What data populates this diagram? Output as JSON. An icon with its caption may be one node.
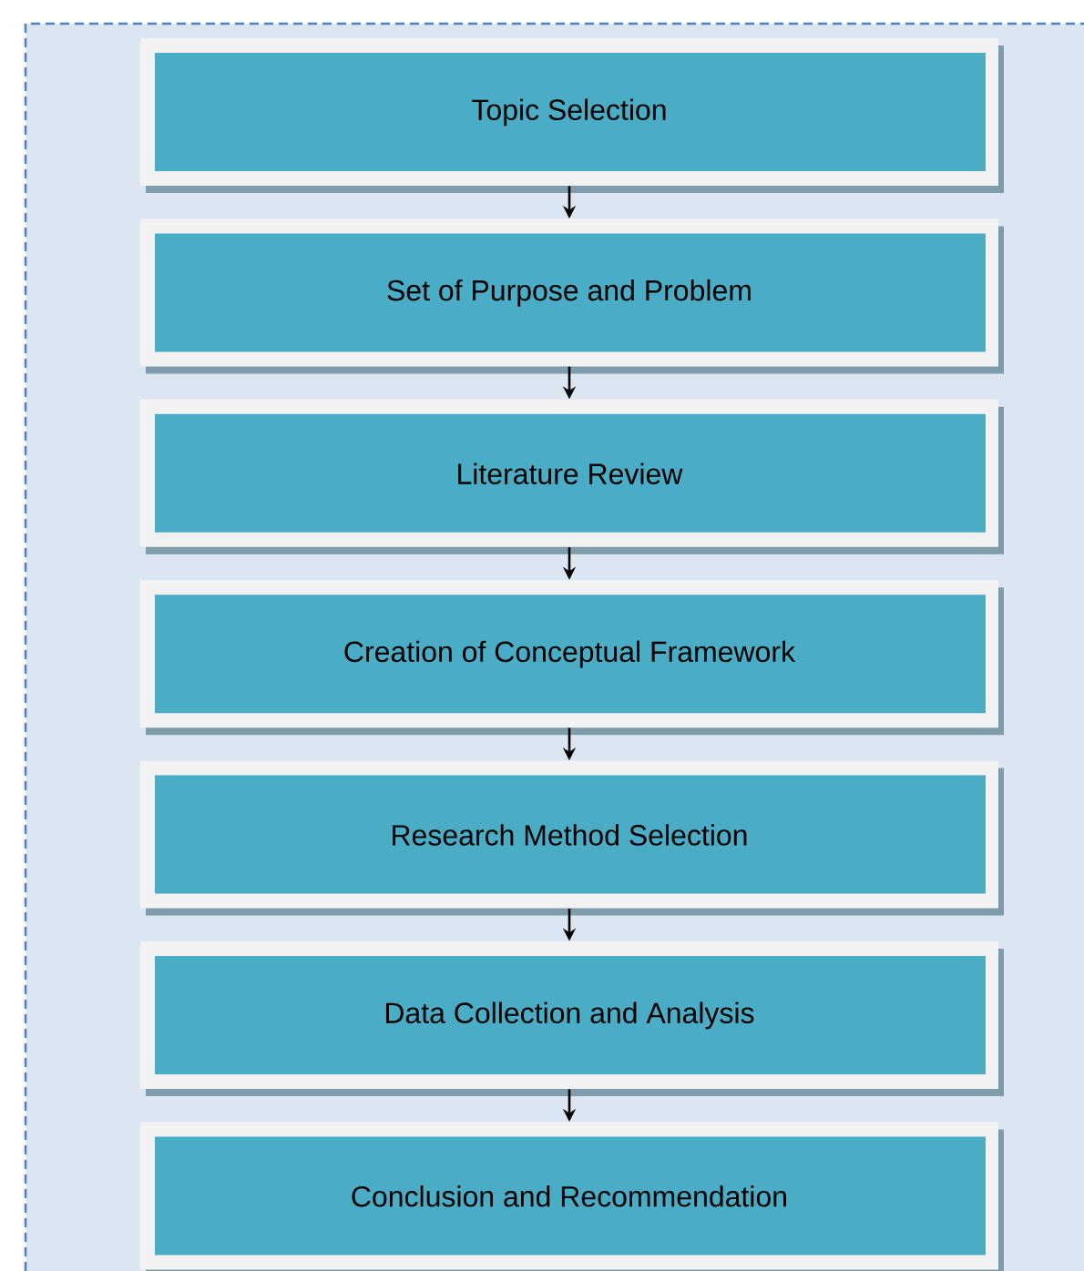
{
  "diagram": {
    "nodes": [
      {
        "text": [
          "Topic Selection"
        ]
      },
      {
        "text": [
          "Set of Purpose and Problem"
        ]
      },
      {
        "text": [
          "Literature Review"
        ]
      },
      {
        "text": [
          "Creation of Conceptual Framework"
        ]
      },
      {
        "text": [
          "Research Method Selection"
        ]
      },
      {
        "text": [
          "Data Collection and Analysis"
        ]
      },
      {
        "text": [
          "Conclusion and Recommendation"
        ]
      }
    ],
    "edges": [
      {
        "from": 0,
        "to": 1,
        "arrow": "to"
      },
      {
        "from": 1,
        "to": 2,
        "arrow": "to"
      },
      {
        "from": 2,
        "to": 3,
        "arrow": "to"
      },
      {
        "from": 3,
        "to": 4,
        "arrow": "to"
      },
      {
        "from": 4,
        "to": 5,
        "arrow": "to"
      },
      {
        "from": 5,
        "to": 6,
        "arrow": "to"
      }
    ]
  }
}
